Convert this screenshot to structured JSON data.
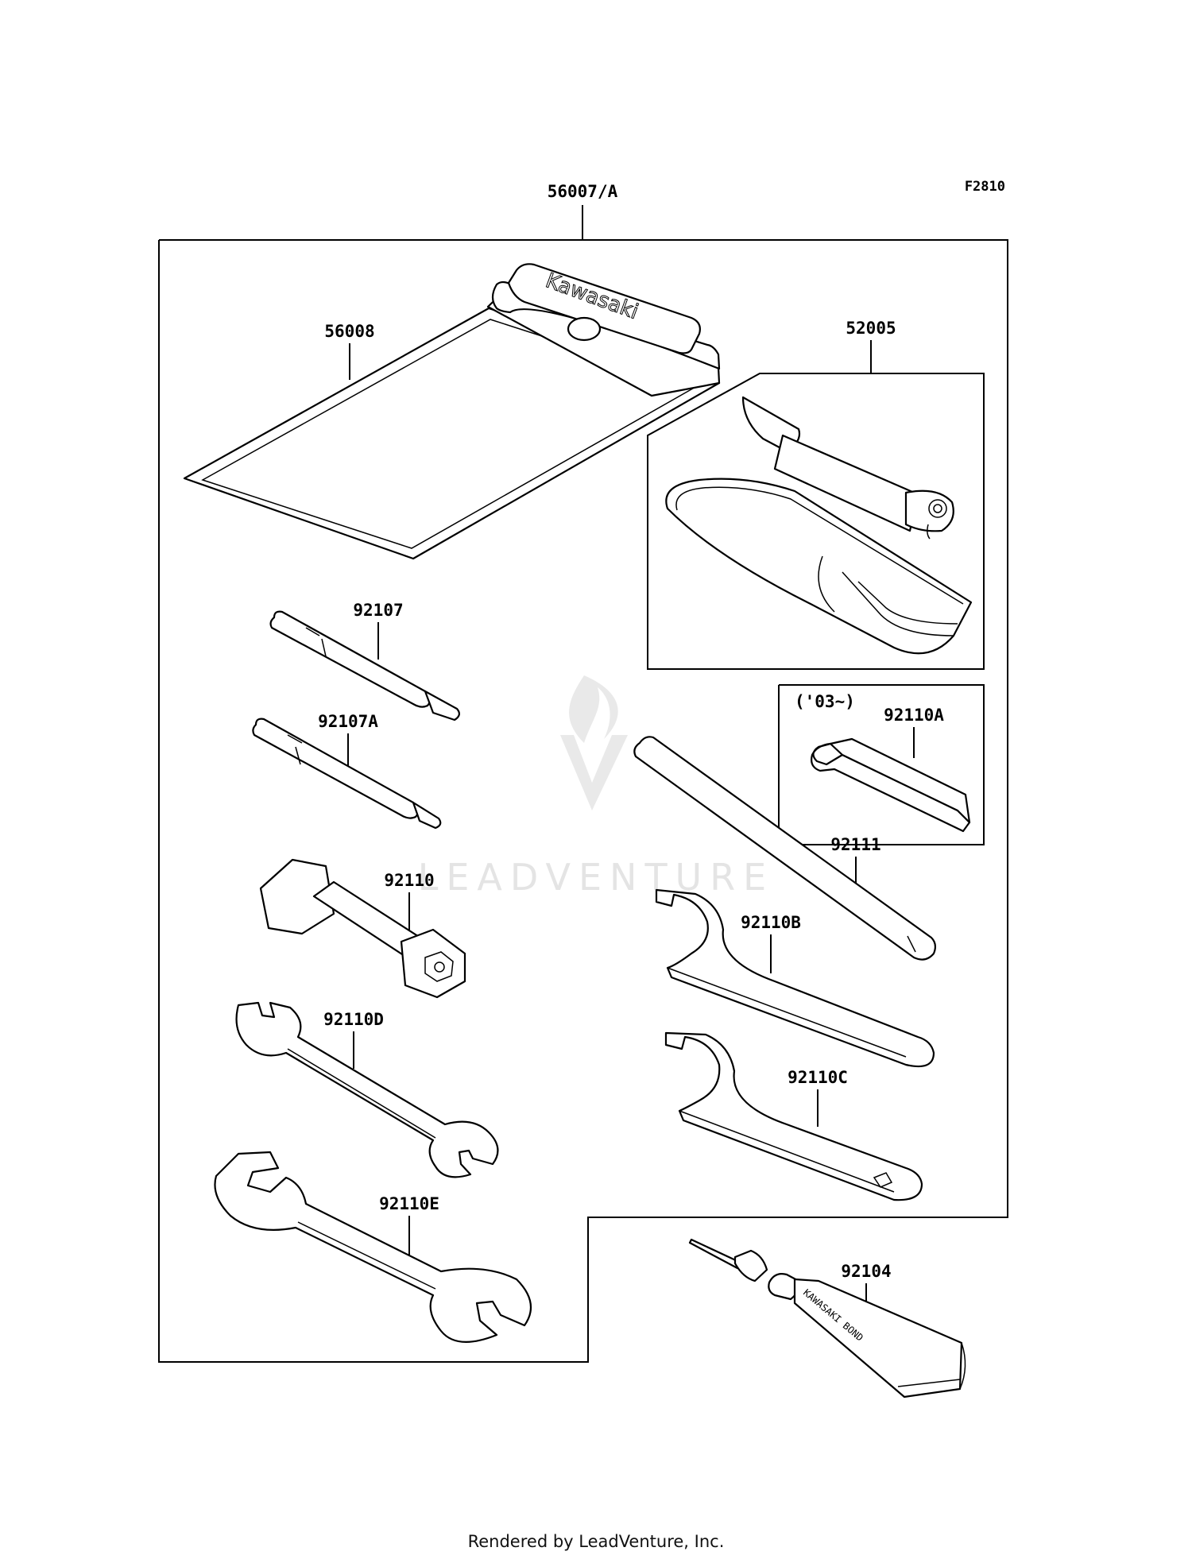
{
  "figure_code": "F2810",
  "assembly_label": "56007/A",
  "watermark": "LEADVENTURE",
  "brand_engraving": "Kawasaki",
  "bond_tube_text": "KAWASAKI BOND",
  "parts": {
    "pouch": "56008",
    "pump_kit": "52005",
    "screwdriver": "92107",
    "screwdriver_a": "92107A",
    "year_note": "('03~)",
    "hex_key": "92110A",
    "plug_wrench": "92110",
    "bar": "92111",
    "hook_wrench_b": "92110B",
    "open_wrench_d": "92110D",
    "hook_wrench_c": "92110C",
    "open_wrench_e": "92110E",
    "bond": "92104"
  },
  "footer": "Rendered by LeadVenture, Inc."
}
